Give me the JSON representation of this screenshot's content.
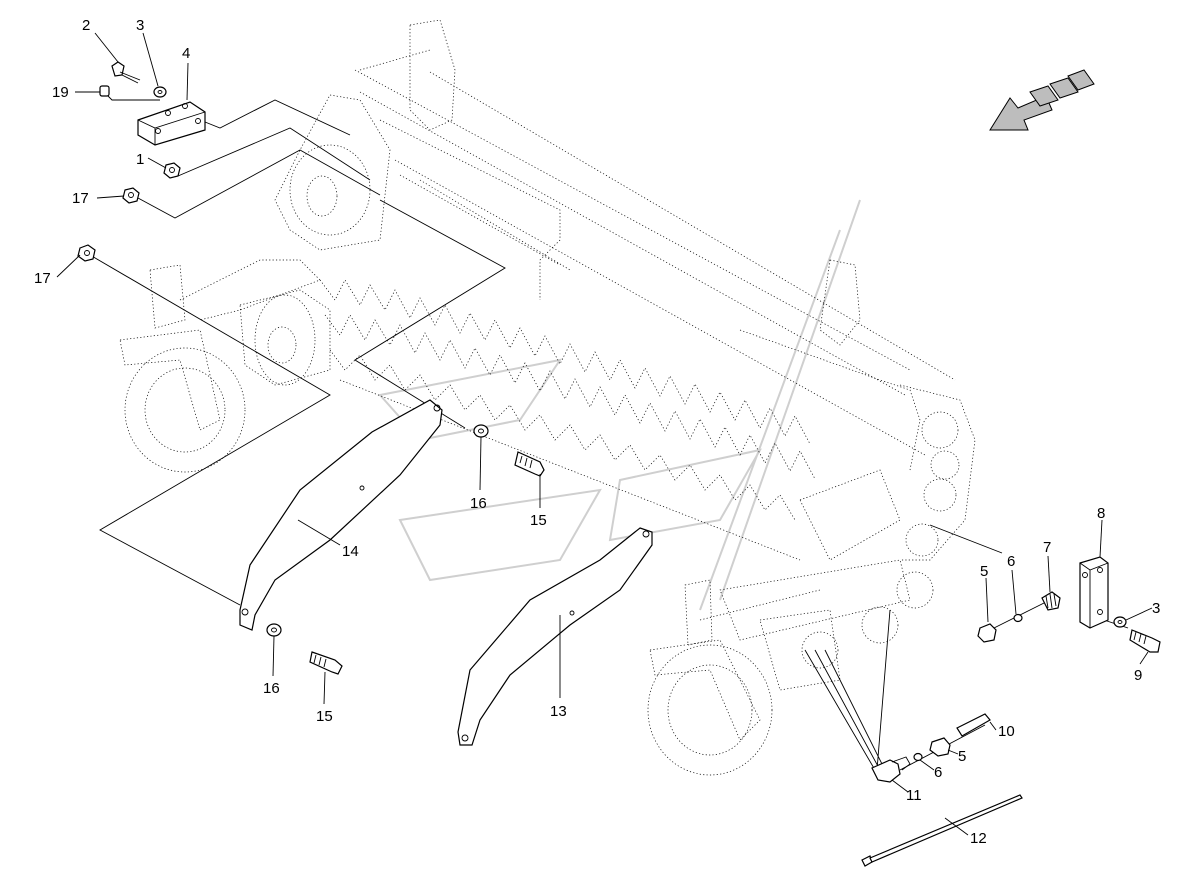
{
  "diagram": {
    "callouts": [
      {
        "id": "c2",
        "label": "2"
      },
      {
        "id": "c3a",
        "label": "3"
      },
      {
        "id": "c4",
        "label": "4"
      },
      {
        "id": "c19",
        "label": "19"
      },
      {
        "id": "c1",
        "label": "1"
      },
      {
        "id": "c17a",
        "label": "17"
      },
      {
        "id": "c17b",
        "label": "17"
      },
      {
        "id": "c16a",
        "label": "16"
      },
      {
        "id": "c15a",
        "label": "15"
      },
      {
        "id": "c14",
        "label": "14"
      },
      {
        "id": "c16b",
        "label": "16"
      },
      {
        "id": "c15b",
        "label": "15"
      },
      {
        "id": "c13",
        "label": "13"
      },
      {
        "id": "c6a",
        "label": "6"
      },
      {
        "id": "c5a",
        "label": "5"
      },
      {
        "id": "c7",
        "label": "7"
      },
      {
        "id": "c8",
        "label": "8"
      },
      {
        "id": "c3b",
        "label": "3"
      },
      {
        "id": "c9",
        "label": "9"
      },
      {
        "id": "c10",
        "label": "10"
      },
      {
        "id": "c5b",
        "label": "5"
      },
      {
        "id": "c6b",
        "label": "6"
      },
      {
        "id": "c11",
        "label": "11"
      },
      {
        "id": "c12",
        "label": "12"
      }
    ],
    "direction_arrow": "direction-of-travel-arrow",
    "colors": {
      "line": "#000000",
      "fill": "#ffffff",
      "arrow": "#bdbdbd",
      "watermark": "#cfcfcf"
    }
  }
}
